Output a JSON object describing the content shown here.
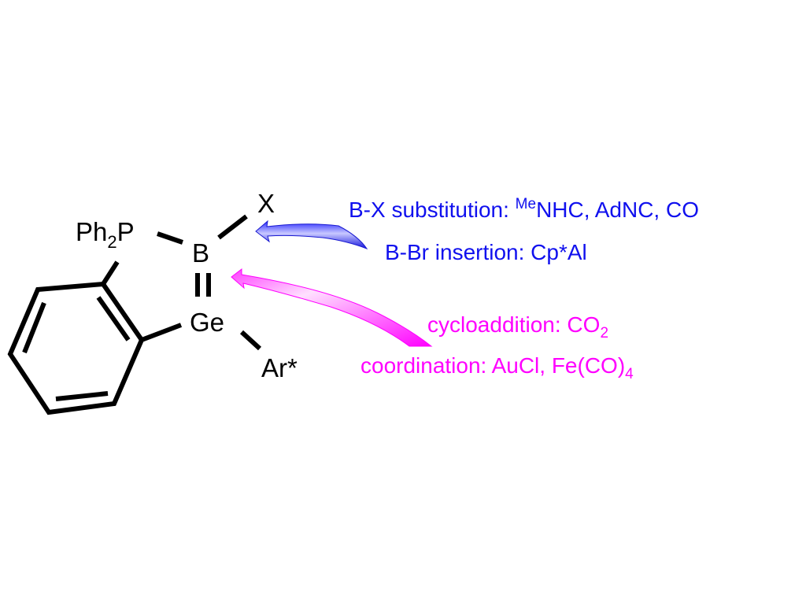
{
  "molecule": {
    "ph2p": {
      "base": "Ph",
      "sub": "2",
      "tail": "P"
    },
    "boron": "B",
    "x_group": "X",
    "germanium": "Ge",
    "aryl": "Ar*"
  },
  "reactions": {
    "bx_substitution": {
      "prefix": "B-X substitution: ",
      "sup": "Me",
      "rest": "NHC, AdNC, CO"
    },
    "bbr_insertion": "B-Br insertion: Cp*Al",
    "cycloaddition": {
      "text": "cycloaddition: CO",
      "sub": "2"
    },
    "coordination": {
      "text": "coordination: AuCl, Fe(CO)",
      "sub": "4"
    }
  },
  "colors": {
    "blue": "#1010ee",
    "magenta": "#ff00ff",
    "bonds": "#000000"
  }
}
